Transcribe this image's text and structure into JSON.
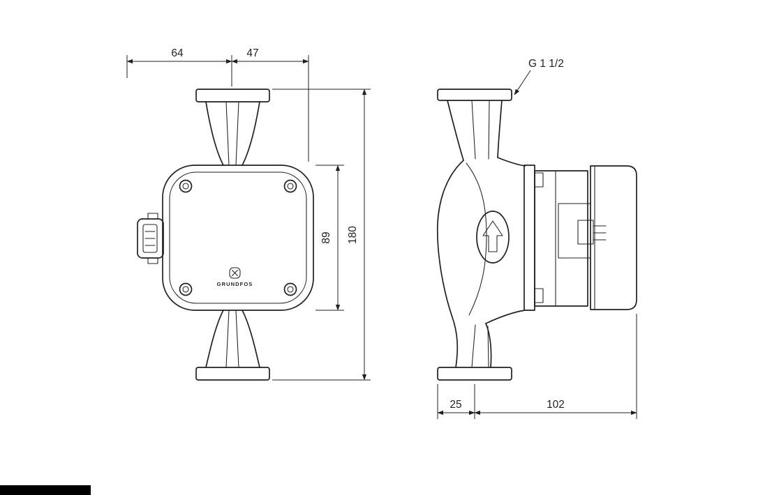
{
  "front_view": {
    "dim_top_left": "64",
    "dim_top_right": "47",
    "dim_housing_height": "89",
    "dim_total_height": "180",
    "brand": "GRUNDFOS"
  },
  "side_view": {
    "connection_label": "G 1 1/2",
    "dim_bottom_left": "25",
    "dim_bottom_right": "102"
  },
  "colors": {
    "line": "#231f20",
    "background": "#ffffff",
    "watermark_bar": "#000000"
  }
}
